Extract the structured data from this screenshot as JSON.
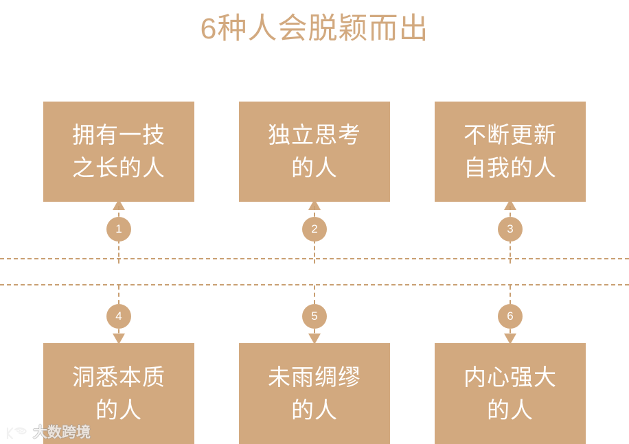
{
  "page": {
    "title": "6种人会脱颖而出",
    "accent_color": "#D2A97F",
    "line_color": "#C99F72",
    "box_text_color": "#FFFFFF",
    "background_color": "#FFFFFF"
  },
  "diagram": {
    "type": "two-row-flow",
    "top_row": [
      {
        "number": "1",
        "label": "拥有一技\n之长的人",
        "arrow": "up"
      },
      {
        "number": "2",
        "label": "独立思考\n的人",
        "arrow": "up"
      },
      {
        "number": "3",
        "label": "不断更新\n自我的人",
        "arrow": "up"
      }
    ],
    "bottom_row": [
      {
        "number": "4",
        "label": "洞悉本质\n的人",
        "arrow": "down"
      },
      {
        "number": "5",
        "label": "未雨绸缪\n的人",
        "arrow": "down"
      },
      {
        "number": "6",
        "label": "内心强大\n的人",
        "arrow": "down"
      }
    ]
  },
  "watermark": {
    "text": "大数跨境",
    "logo_icon": "kuajing-logo-icon"
  }
}
